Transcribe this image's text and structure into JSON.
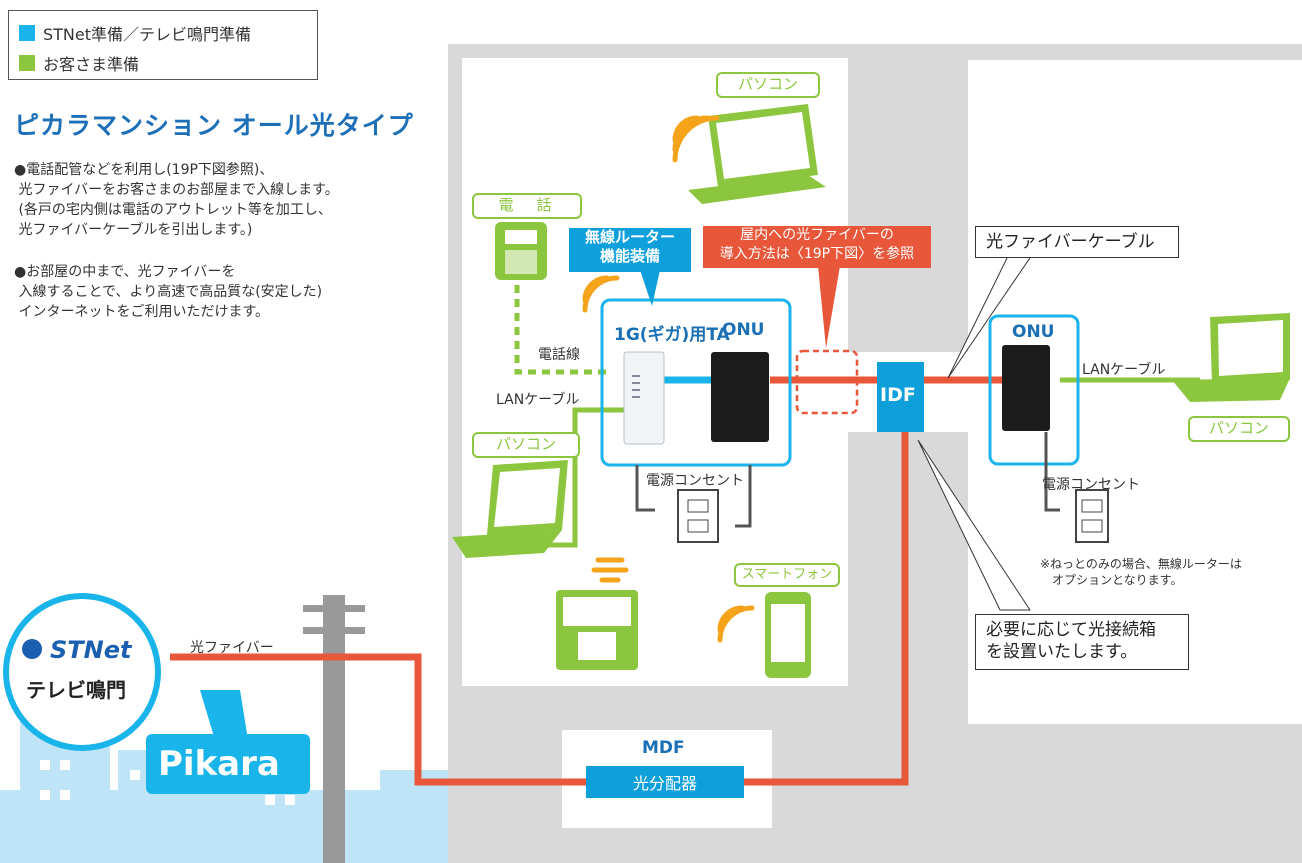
{
  "legend": {
    "items": [
      {
        "label": "STNet準備／テレビ鳴門準備",
        "color": "#19b4ea"
      },
      {
        "label": "お客さま準備",
        "color": "#8cc63f"
      }
    ]
  },
  "title": "ピカラマンション オール光タイプ",
  "bullets": [
    "●電話配管などを利用し(19P下図参照)、\n 光ファイバーをお客さまのお部屋まで入線します。\n (各戸の宅内側は電話のアウトレット等を加工し、\n 光ファイバーケーブルを引出します。)",
    "●お部屋の中まで、光ファイバーを\n 入線することで、より高速で高品質な(安定した)\n インターネットをご利用いただけます。"
  ],
  "labels": {
    "pc_top": "パソコン",
    "phone": "電　話",
    "router_feature": "無線ルーター\n機能装備",
    "indoor_note": "屋内への光ファイバーの\n導入方法は〈19P下図〉を参照",
    "fiber_cable_callout": "光ファイバーケーブル",
    "ta_label": "1G(ギガ)用TA",
    "onu_left": "ONU",
    "onu_right": "ONU",
    "phone_line": "電話線",
    "lan_cable_left": "LANケーブル",
    "lan_cable_right": "LANケーブル",
    "pc_left": "パソコン",
    "pc_right": "パソコン",
    "power_left": "電源コンセント",
    "power_right": "電源コンセント",
    "idf": "IDF",
    "smartphone": "スマートフォン",
    "note_router": "※ねっとのみの場合、無線ルーターは\n　オプションとなります。",
    "junction_callout": "必要に応じて光接続箱\nを設置いたします。",
    "fiber": "光ファイバー",
    "mdf": "MDF",
    "splitter": "光分配器",
    "brand_stnet": "STNet",
    "brand_tv": "テレビ鳴門",
    "brand_pikara": "Pikara"
  },
  "colors": {
    "provider": "#19b4ea",
    "customer": "#8cc63f",
    "fiber": "#e8573a",
    "building": "#d9d9d9",
    "title": "#1d6fb8"
  }
}
